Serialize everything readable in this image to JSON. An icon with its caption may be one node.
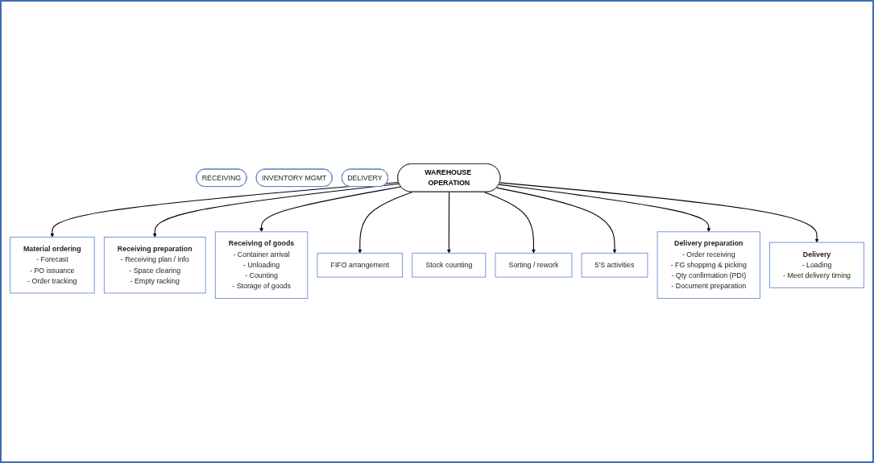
{
  "diagram": {
    "nodes": [
      {
        "text": [
          "RECEIVING"
        ]
      },
      {
        "text": [
          "INVENTORY MGMT"
        ]
      },
      {
        "text": [
          "DELIVERY"
        ]
      },
      {
        "text": [
          "Material ordering",
          "- Forecast",
          "- PO issuance",
          "- Order tracking"
        ]
      },
      {
        "text": [
          "FIFO arrangement"
        ]
      },
      {
        "text": [
          "Stock counting"
        ]
      },
      {
        "text": [
          "Delivery preparation",
          "- Order receiving",
          "- FG shopping & picking",
          "- Qty confirmation (PDI)",
          "- Document preparation"
        ]
      },
      {
        "text": [
          "Receiving preparation",
          "- Receiving plan / info",
          "- Space clearing",
          "- Empty racking"
        ]
      },
      {
        "text": [
          "WAREHOUSE OPERATION"
        ]
      },
      {
        "text": [
          "Receiving of goods",
          "- Container arrival",
          "- Unloading",
          "- Counting",
          "- Storage of goods"
        ]
      },
      {
        "text": [
          "Delivery",
          "- Loading",
          "- Meet delivery timing"
        ]
      },
      {
        "text": [
          "Sorting / rework"
        ]
      },
      {
        "text": [
          "5'S activities"
        ]
      }
    ],
    "edges": [
      {
        "from": 8,
        "to": 3,
        "arrow": "to"
      },
      {
        "from": 8,
        "to": 7,
        "arrow": "to"
      },
      {
        "from": 8,
        "to": 9,
        "arrow": "to"
      },
      {
        "from": 8,
        "to": 4,
        "arrow": "to"
      },
      {
        "from": 8,
        "to": 5,
        "arrow": "to"
      },
      {
        "from": 8,
        "to": 11,
        "arrow": "to"
      },
      {
        "from": 8,
        "to": 12,
        "arrow": "to"
      },
      {
        "from": 8,
        "to": 6,
        "arrow": "to"
      },
      {
        "from": 8,
        "to": 10,
        "arrow": "to"
      }
    ]
  }
}
